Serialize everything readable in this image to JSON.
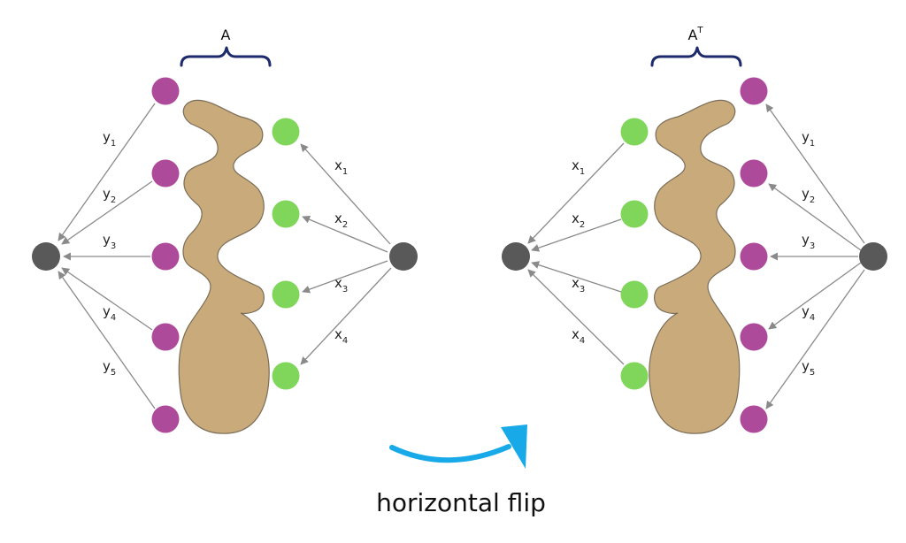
{
  "left": {
    "matrix_label": "A",
    "output_labels": [
      "y",
      "y",
      "y",
      "y",
      "y"
    ],
    "output_subscripts": [
      "1",
      "2",
      "3",
      "4",
      "5"
    ],
    "input_labels": [
      "x",
      "x",
      "x",
      "x"
    ],
    "input_subscripts": [
      "1",
      "2",
      "3",
      "4"
    ]
  },
  "right": {
    "matrix_label": "A",
    "matrix_superscript": "T",
    "input_labels": [
      "x",
      "x",
      "x",
      "x"
    ],
    "input_subscripts": [
      "1",
      "2",
      "3",
      "4"
    ],
    "output_labels": [
      "y",
      "y",
      "y",
      "y",
      "y"
    ],
    "output_subscripts": [
      "1",
      "2",
      "3",
      "4",
      "5"
    ]
  },
  "caption": "horizontal flip",
  "colors": {
    "purple_node": "#ad4a9a",
    "green_node": "#7fd65a",
    "gray_node": "#595959",
    "blob": "#c9ab7b",
    "arrow": "#18a9e8",
    "bracket": "#1d2a6b"
  }
}
